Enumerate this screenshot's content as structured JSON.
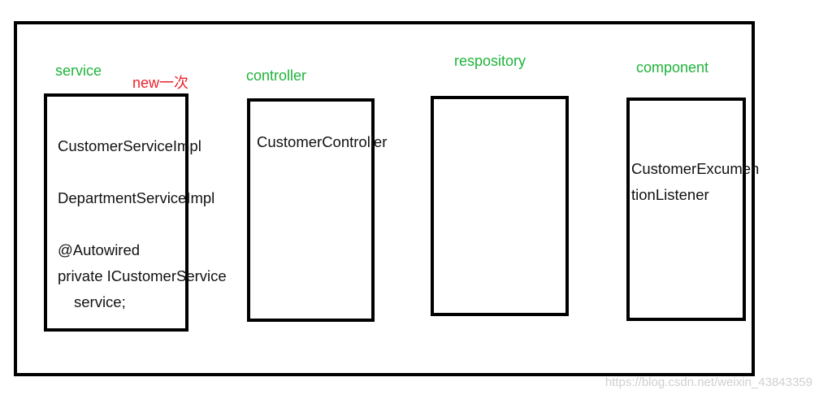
{
  "layers": {
    "service": "service",
    "controller": "controller",
    "repository": "respository",
    "component": "component"
  },
  "annotation": "new一次",
  "service_box": {
    "line1": "CustomerServiceImpl",
    "line2": "DepartmentServiceImpl",
    "annotation_line": "@Autowired",
    "field_line1": "private ICustomerService",
    "field_line2": "service;"
  },
  "controller_box": {
    "line1": "CustomerController"
  },
  "component_box": {
    "line1": "CustomerExcumen",
    "line2": "tionListener"
  },
  "watermark": "https://blog.csdn.net/weixin_43843359",
  "colors": {
    "layer_label": "#1fb33b",
    "annotation": "#e8232b",
    "border": "#000000"
  }
}
